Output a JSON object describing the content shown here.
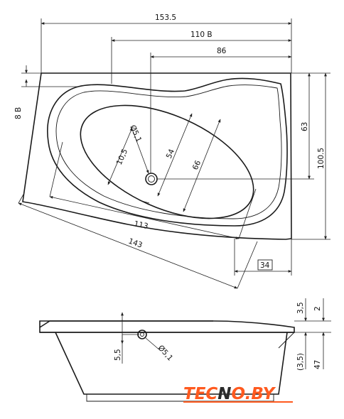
{
  "dimensions": {
    "width_total": "153.5",
    "width_110": "110 В",
    "width_86": "86",
    "depth_8": "8 В",
    "height_63": "63",
    "height_100_5": "100.5",
    "diag_113": "113",
    "diag_143": "143",
    "small_34": "34",
    "oval_10_5": "10,5",
    "oval_54": "54",
    "oval_66": "66",
    "drain_5_1": "Ø5,1",
    "side_3_5": "3,5",
    "side_2": "2",
    "side_5_5": "5,5",
    "side_drain_5_1": "Ø5,1",
    "side_3_5b": "(3,5)",
    "side_47": "47"
  },
  "logo": {
    "part1": "TEC",
    "part2": "N",
    "part3": "O.BY",
    "color_main": "#ff5a1f",
    "color_dark": "#2b2b2b"
  }
}
